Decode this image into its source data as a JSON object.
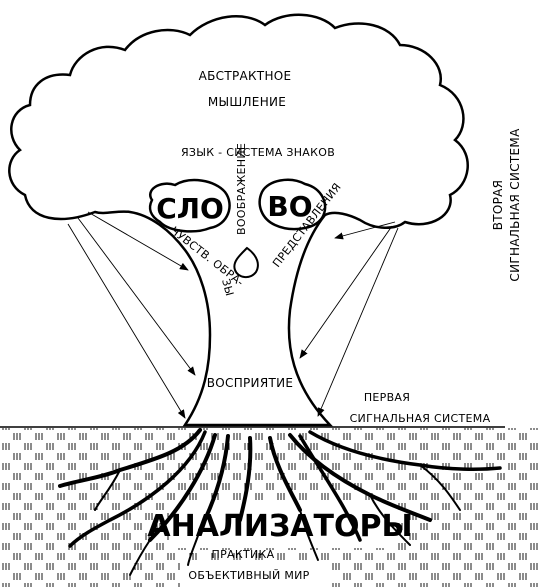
{
  "labels": {
    "abstract_1": "АБСТРАКТНОЕ",
    "abstract_2": "МЫШЛЕНИЕ",
    "language": "ЯЗЫК - СИСТЕМА ЗНАКОВ",
    "word_1": "СЛО",
    "word_2": "ВО",
    "imagination": "ВООБРАЖЕНИЕ",
    "sensory_1": "ЧУВСТВ. ОБРА-",
    "sensory_2": "ЗЫ",
    "representations": "ПРЕДСТАВЛЕНИЯ",
    "perception": "ВОСПРИЯТИЕ",
    "first_1": "ПЕРВАЯ",
    "first_2": "СИГНАЛЬНАЯ СИСТЕМА",
    "second_1": "ВТОРАЯ",
    "second_2": "СИГНАЛЬНАЯ СИСТЕМА",
    "analyzers": "АНАЛИЗАТОРЫ",
    "practice": "ПРАКТИКА",
    "objective_world": "ОБЪЕКТИВНЫЙ МИР"
  },
  "colors": {
    "ink": "#000000",
    "paper": "#ffffff"
  }
}
